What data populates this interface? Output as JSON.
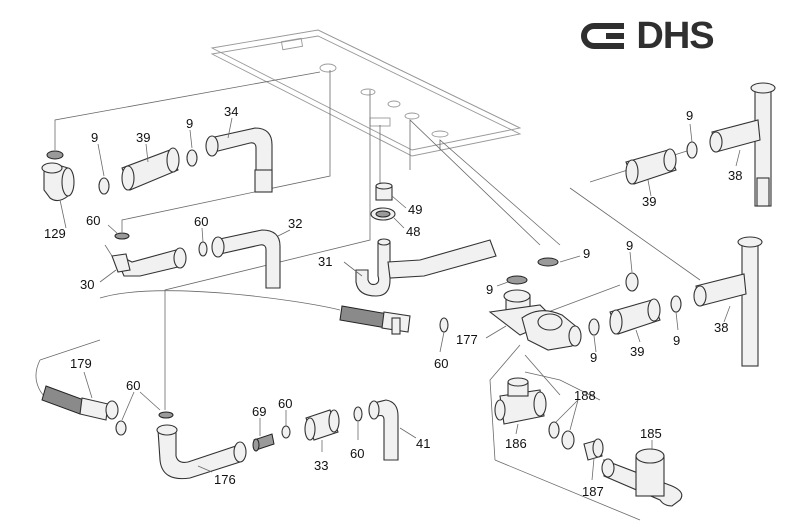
{
  "logo": {
    "text": "DHS",
    "color": "#2f2f2f"
  },
  "colors": {
    "line": "#333333",
    "part_fill": "#f1f1f1",
    "leader": "#6a6a6a"
  },
  "labels": {
    "n9_a": "9",
    "n9_b": "9",
    "n9_c": "9",
    "n9_d": "9",
    "n9_e": "9",
    "n9_f": "9",
    "n9_g": "9",
    "n9_h": "9",
    "n39_a": "39",
    "n39_b": "39",
    "n39_c": "39",
    "n34": "34",
    "n129": "129",
    "n60_a": "60",
    "n60_b": "60",
    "n60_c": "60",
    "n60_d": "60",
    "n60_e": "60",
    "n60_f": "60",
    "n32": "32",
    "n30": "30",
    "n31": "31",
    "n49": "49",
    "n48": "48",
    "n38_a": "38",
    "n38_b": "38",
    "n177": "177",
    "n179": "179",
    "n69": "69",
    "n33": "33",
    "n41": "41",
    "n176": "176",
    "n186": "186",
    "n188": "188",
    "n187": "187",
    "n185": "185"
  }
}
